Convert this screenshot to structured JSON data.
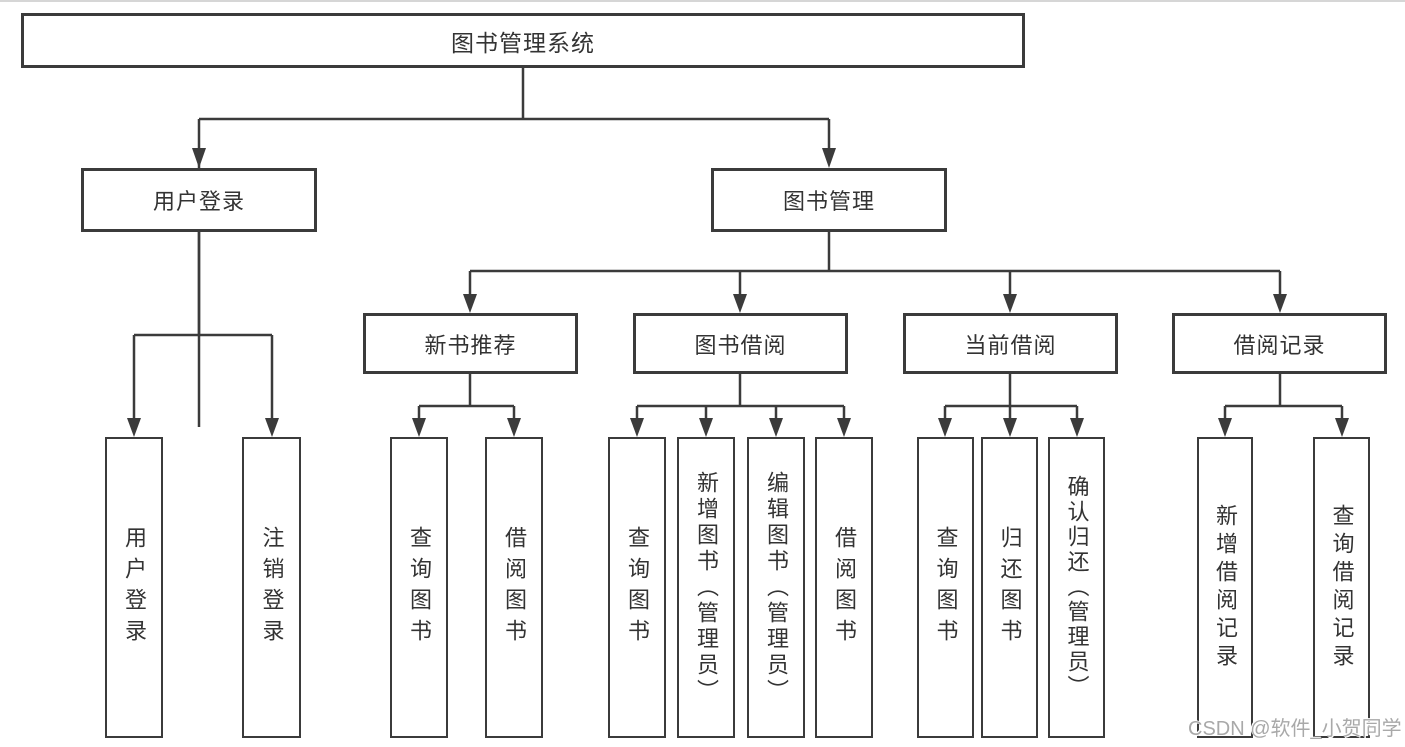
{
  "diagram": {
    "root": {
      "label": "图书管理系统"
    },
    "branches": [
      {
        "label": "用户登录",
        "children": [
          {
            "label": "用户登录"
          },
          {
            "label": "注销登录"
          }
        ]
      },
      {
        "label": "图书管理",
        "children": [
          {
            "label": "新书推荐",
            "children": [
              {
                "label": "查询图书"
              },
              {
                "label": "借阅图书"
              }
            ]
          },
          {
            "label": "图书借阅",
            "children": [
              {
                "label": "查询图书"
              },
              {
                "label": "新增图书（管理员）"
              },
              {
                "label": "编辑图书（管理员）"
              },
              {
                "label": "借阅图书"
              }
            ]
          },
          {
            "label": "当前借阅",
            "children": [
              {
                "label": "查询图书"
              },
              {
                "label": "归还图书"
              },
              {
                "label": "确认归还（管理员）"
              }
            ]
          },
          {
            "label": "借阅记录",
            "children": [
              {
                "label": "新增借阅记录"
              },
              {
                "label": "查询借阅记录"
              }
            ]
          }
        ]
      }
    ]
  },
  "watermark": {
    "text": "CSDN @软件_小贺同学"
  },
  "colors": {
    "line": "#3b3b3b",
    "text": "#333333",
    "watermark": "#a9a9a9",
    "background": "#ffffff"
  }
}
